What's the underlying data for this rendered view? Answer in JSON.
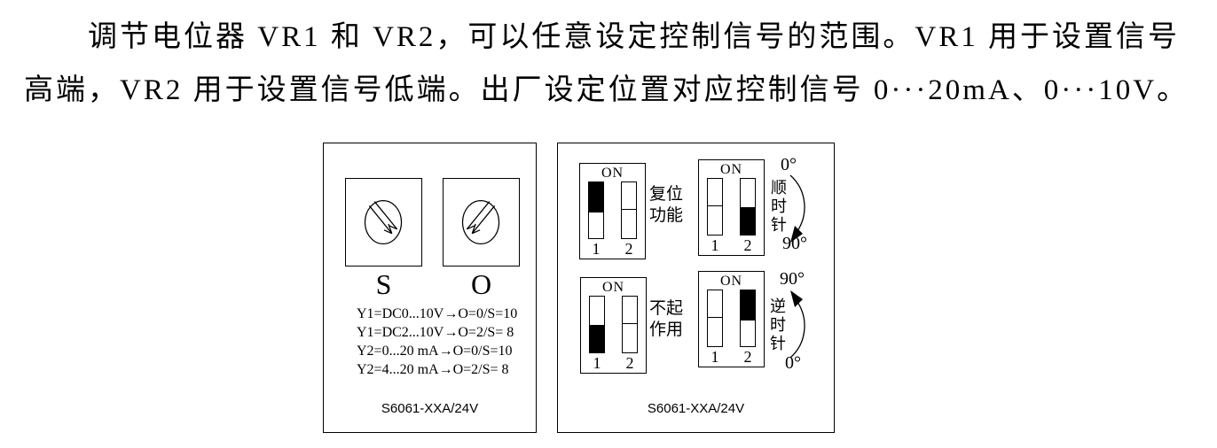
{
  "paragraph": {
    "line1": "调节电位器 VR1 和 VR2，可以任意设定控制信号的范围。VR1 用于设置信号",
    "line2": "高端，VR2 用于设置信号低端。出厂设定位置对应控制信号 0···20mA、0···10V。"
  },
  "left_panel": {
    "dials": [
      {
        "label": "S",
        "slot_direction": "nw-se-arrow"
      },
      {
        "label": "O",
        "slot_direction": "ne-sw-arrow"
      }
    ],
    "settings_lines": [
      "Y1=DC0...10V→O=0/S=10",
      "Y1=DC2...10V→O=2/S= 8",
      "Y2=0...20 mA→O=0/S=10",
      "Y2=4...20 mA→O=2/S= 8"
    ],
    "model": "S6061-XXA/24V"
  },
  "right_panel": {
    "blocks": [
      {
        "on_label": "ON",
        "num1": "1",
        "num2": "2",
        "sw1": "black-top",
        "sw2": "neutral",
        "caption_line1": "复位",
        "caption_line2": "功能"
      },
      {
        "on_label": "ON",
        "num1": "1",
        "num2": "2",
        "sw1": "neutral",
        "sw2": "black-bottom",
        "angle_top": "0°",
        "dir_char1": "顺",
        "dir_char2": "时",
        "dir_char3": "针",
        "angle_bottom": "90°",
        "rotation": "clockwise"
      },
      {
        "on_label": "ON",
        "num1": "1",
        "num2": "2",
        "sw1": "black-bottom",
        "sw2": "neutral",
        "caption_line1": "不起",
        "caption_line2": "作用"
      },
      {
        "on_label": "ON",
        "num1": "1",
        "num2": "2",
        "sw1": "neutral",
        "sw2": "black-top",
        "angle_top": "90°",
        "dir_char1": "逆",
        "dir_char2": "时",
        "dir_char3": "针",
        "angle_bottom": "0°",
        "rotation": "counterclockwise"
      }
    ],
    "model": "S6061-XXA/24V"
  },
  "colors": {
    "ink": "#000000",
    "paper": "#ffffff"
  }
}
